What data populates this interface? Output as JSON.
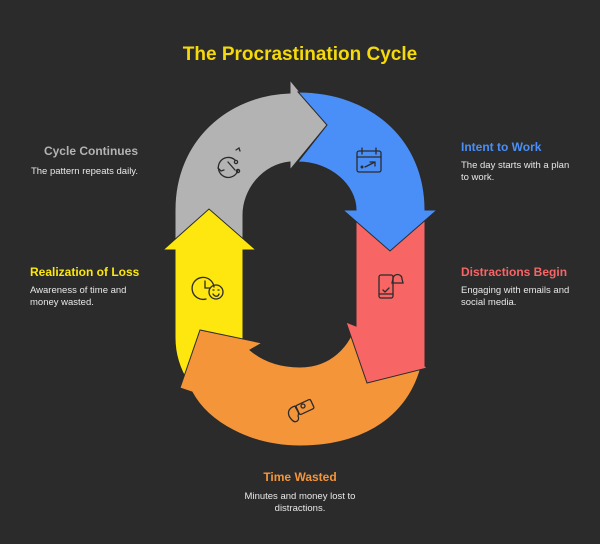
{
  "title": "The Procrastination Cycle",
  "stages": [
    {
      "label": "Intent to Work",
      "description": "The day starts with a plan to work.",
      "color": "#4a8ff7",
      "icon": "calendar-icon"
    },
    {
      "label": "Distractions Begin",
      "description": "Engaging with emails and social media.",
      "color": "#f76565",
      "icon": "phone-notification-icon"
    },
    {
      "label": "Time Wasted",
      "description": "Minutes and money lost to distractions.",
      "color": "#f5953a",
      "icon": "money-burning-icon"
    },
    {
      "label": "Realization of Loss",
      "description": "Awareness of time and money wasted.",
      "color": "#fde70f",
      "icon": "clock-face-icon"
    },
    {
      "label": "Cycle Continues",
      "description": "The pattern repeats daily.",
      "color": "#b3b3b3",
      "icon": "cycle-icon"
    }
  ],
  "colors": {
    "background": "#2b2b2b",
    "title": "#f5d90a"
  }
}
